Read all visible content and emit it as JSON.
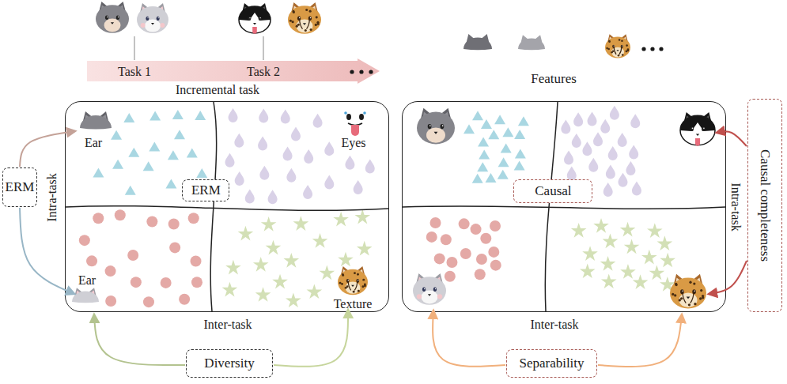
{
  "diagram": {
    "nodes": [
      {
        "text": [
          "Task 1",
          "Task 2",
          "Incremental task"
        ]
      },
      {
        "text": [
          "ERM"
        ]
      },
      {
        "text": [
          "Inter-task"
        ]
      },
      {
        "text": [
          "ERM"
        ],
        "in": 2
      },
      {
        "text": [
          "Diversity"
        ]
      },
      {
        "text": [
          "Inter-task"
        ]
      },
      {
        "text": [
          "Causal"
        ],
        "in": 5
      },
      {
        "text": [
          "Causal completeness"
        ]
      },
      {
        "text": [
          "Separability"
        ]
      }
    ],
    "labels": [
      "Features",
      "Ear",
      "Eyes",
      "Ear",
      "Texture",
      "Intra-task",
      "Intra-task"
    ]
  }
}
